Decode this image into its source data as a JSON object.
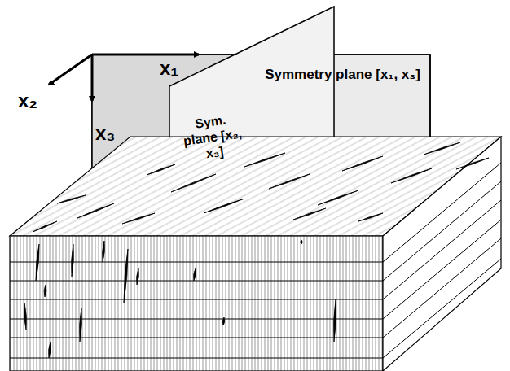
{
  "diagram": {
    "nodes": [
      {
        "text": [
          "Symmetry plane [x₁, x₃]"
        ]
      },
      {
        "text": [
          "Sym. plane [x₂, x₃]"
        ]
      }
    ],
    "labels": [
      "x₁",
      "x₂",
      "x₃"
    ]
  }
}
